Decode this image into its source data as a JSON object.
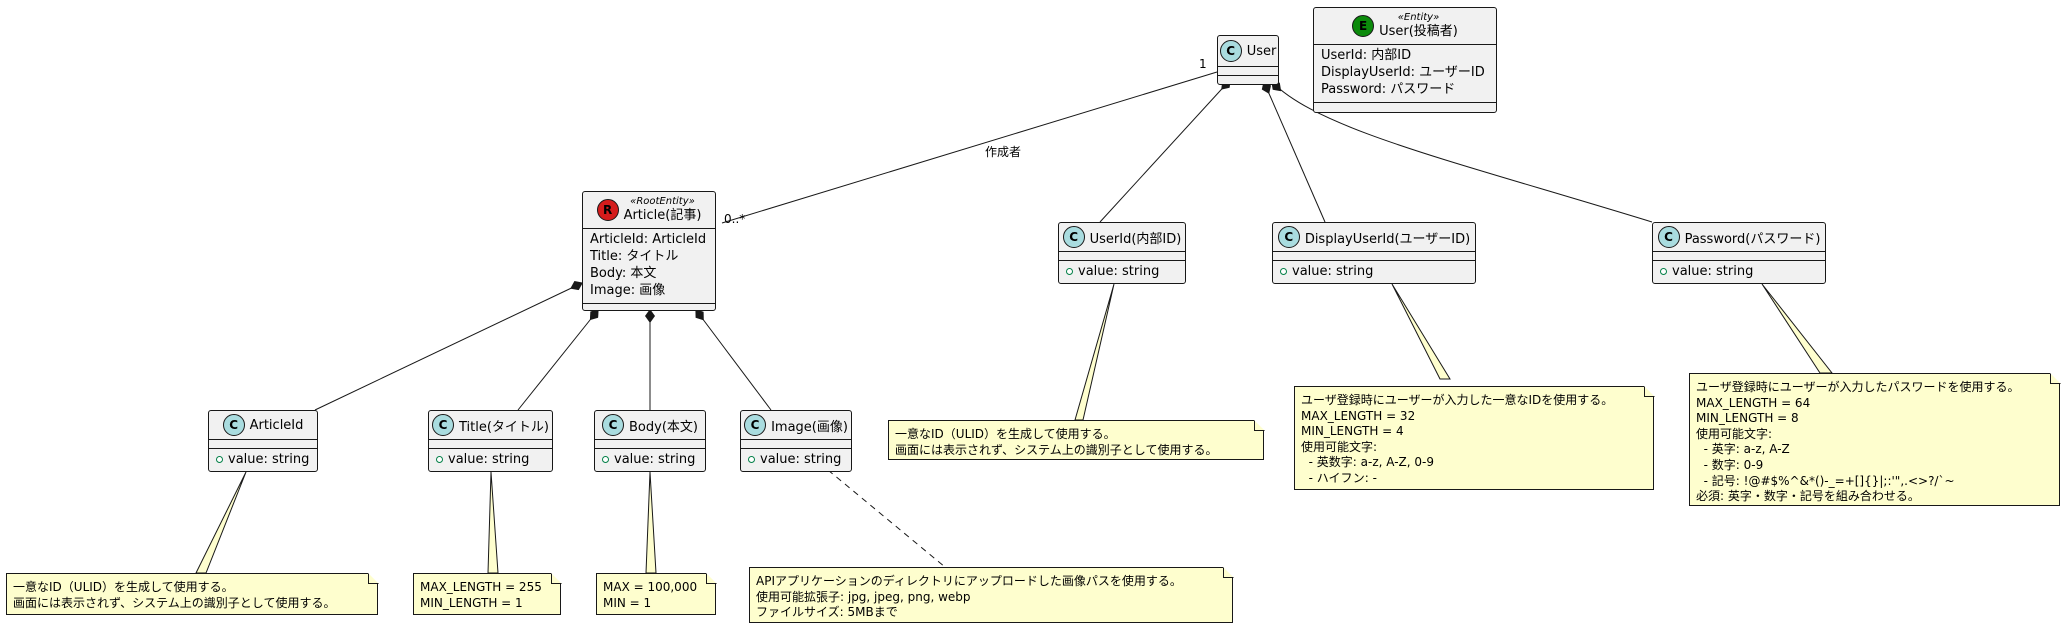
{
  "classes": {
    "user": {
      "name": "User",
      "badge": "C",
      "badge_color": "#a9dcdf"
    },
    "user_entity": {
      "stereotype": "«Entity»",
      "name": "User(投稿者)",
      "badge": "E",
      "badge_color": "#0b8a0b",
      "attrs": [
        "UserId: 内部ID",
        "DisplayUserId: ユーザーID",
        "Password: パスワード"
      ]
    },
    "article": {
      "stereotype": "«RootEntity»",
      "name": "Article(記事)",
      "badge": "R",
      "badge_color": "#d41c1c",
      "attrs": [
        "ArticleId: ArticleId",
        "Title: タイトル",
        "Body: 本文",
        "Image: 画像"
      ]
    },
    "user_id": {
      "name": "UserId(内部ID)",
      "badge": "C",
      "attr": "value: string"
    },
    "display_user_id": {
      "name": "DisplayUserId(ユーザーID)",
      "badge": "C",
      "attr": "value: string"
    },
    "password": {
      "name": "Password(パスワード)",
      "badge": "C",
      "attr": "value: string"
    },
    "article_id": {
      "name": "ArticleId",
      "badge": "C",
      "attr": "value: string"
    },
    "title": {
      "name": "Title(タイトル)",
      "badge": "C",
      "attr": "value: string"
    },
    "body": {
      "name": "Body(本文)",
      "badge": "C",
      "attr": "value: string"
    },
    "image": {
      "name": "Image(画像)",
      "badge": "C",
      "attr": "value: string"
    }
  },
  "relations": {
    "author_label": "作成者",
    "user_multiplicity": "1",
    "article_multiplicity": "0..*"
  },
  "notes": {
    "user_id": [
      "一意なID（ULID）を生成して使用する。",
      "画面には表示されず、システム上の識別子として使用する。"
    ],
    "display_user_id": [
      "ユーザ登録時にユーザーが入力した一意なIDを使用する。",
      "MAX_LENGTH = 32",
      "MIN_LENGTH = 4",
      "使用可能文字:",
      "  - 英数字: a-z, A-Z, 0-9",
      "  - ハイフン: -"
    ],
    "password": [
      "ユーザ登録時にユーザーが入力したパスワードを使用する。",
      "MAX_LENGTH = 64",
      "MIN_LENGTH = 8",
      "使用可能文字:",
      "  - 英字: a-z, A-Z",
      "  - 数字: 0-9",
      "  - 記号: !@#$%^&*()-_=+[]{}|;:'\",.<>?/`~",
      "必須: 英字・数字・記号を組み合わせる。"
    ],
    "article_id": [
      "一意なID（ULID）を生成して使用する。",
      "画面には表示されず、システム上の識別子として使用する。"
    ],
    "title": [
      "MAX_LENGTH = 255",
      "MIN_LENGTH = 1"
    ],
    "body": [
      "MAX = 100,000",
      "MIN = 1"
    ],
    "image": [
      "APIアプリケーションのディレクトリにアップロードした画像パスを使用する。",
      "使用可能拡張子: jpg, jpeg, png, webp",
      "ファイルサイズ: 5MBまで"
    ]
  },
  "colors": {
    "class_bg": "#f1f1f1",
    "note_bg": "#fefece",
    "line": "#181818",
    "class_badge": "#a9dcdf",
    "visibility": "#038048"
  }
}
